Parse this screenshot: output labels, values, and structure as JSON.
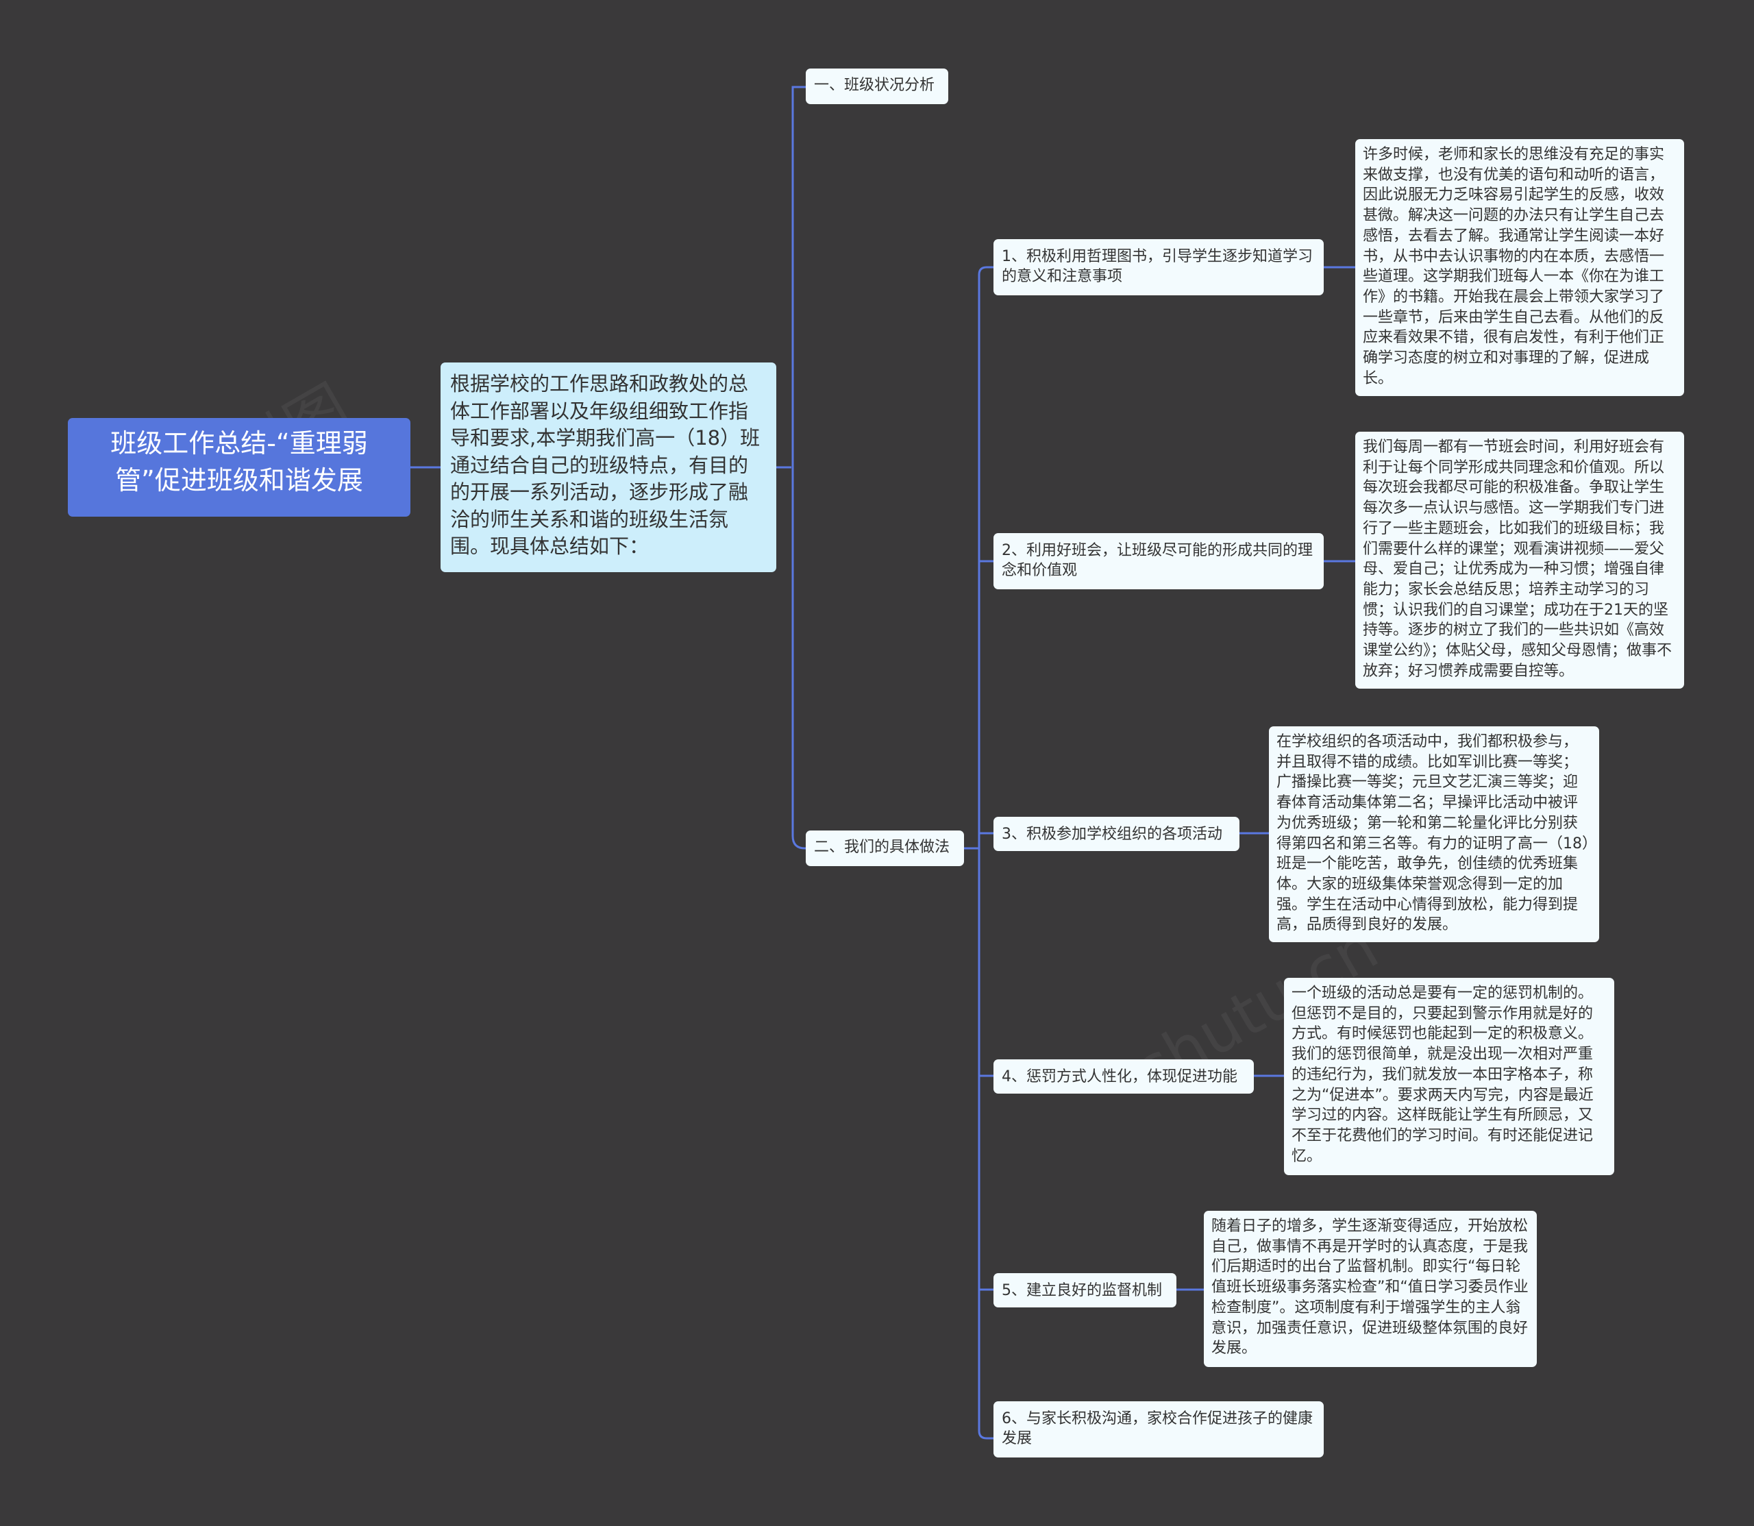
{
  "root": {
    "title": "班级工作总结-“重理弱管”促进班级和谐发展"
  },
  "intro": {
    "text": "根据学校的工作思路和政教处的总体工作部署以及年级组细致工作指导和要求,本学期我们高一（18）班通过结合自己的班级特点，有目的的开展一系列活动，逐步形成了融洽的师生关系和谐的班级生活氛围。现具体总结如下："
  },
  "sections": [
    {
      "label": "一、班级状况分析"
    },
    {
      "label": "二、我们的具体做法"
    }
  ],
  "items": [
    {
      "label": "1、积极利用哲理图书，引导学生逐步知道学习的意义和注意事项",
      "detail": "许多时候，老师和家长的思维没有充足的事实来做支撑，也没有优美的语句和动听的语言，因此说服无力乏味容易引起学生的反感，收效甚微。解决这一问题的办法只有让学生自己去感悟，去看去了解。我通常让学生阅读一本好书，从书中去认识事物的内在本质，去感悟一些道理。这学期我们班每人一本《你在为谁工作》的书籍。开始我在晨会上带领大家学习了一些章节，后来由学生自己去看。从他们的反应来看效果不错，很有启发性，有利于他们正确学习态度的树立和对事理的了解，促进成长。"
    },
    {
      "label": "2、利用好班会，让班级尽可能的形成共同的理念和价值观",
      "detail": "我们每周一都有一节班会时间，利用好班会有利于让每个同学形成共同理念和价值观。所以每次班会我都尽可能的积极准备。争取让学生每次多一点认识与感悟。这一学期我们专门进行了一些主题班会，比如我们的班级目标；我们需要什么样的课堂；观看演讲视频——爱父母、爱自己；让优秀成为一种习惯；增强自律能力；家长会总结反思；培养主动学习的习惯；认识我们的自习课堂；成功在于21天的坚持等。逐步的树立了我们的一些共识如《高效课堂公约》；体贴父母，感知父母恩情；做事不放弃；好习惯养成需要自控等。"
    },
    {
      "label": "3、积极参加学校组织的各项活动",
      "detail": "在学校组织的各项活动中，我们都积极参与，并且取得不错的成绩。比如军训比赛一等奖；广播操比赛一等奖；元旦文艺汇演三等奖；迎春体育活动集体第二名；早操评比活动中被评为优秀班级；第一轮和第二轮量化评比分别获得第四名和第三名等。有力的证明了高一（18）班是一个能吃苦，敢争先，创佳绩的优秀班集体。大家的班级集体荣誉观念得到一定的加强。学生在活动中心情得到放松，能力得到提高，品质得到良好的发展。"
    },
    {
      "label": "4、惩罚方式人性化，体现促进功能",
      "detail": "一个班级的活动总是要有一定的惩罚机制的。但惩罚不是目的，只要起到警示作用就是好的方式。有时候惩罚也能起到一定的积极意义。我们的惩罚很简单，就是没出现一次相对严重的违纪行为，我们就发放一本田字格本子，称之为“促进本”。要求两天内写完，内容是最近学习过的内容。这样既能让学生有所顾忌，又不至于花费他们的学习时间。有时还能促进记忆。"
    },
    {
      "label": "5、建立良好的监督机制",
      "detail": "随着日子的增多，学生逐渐变得适应，开始放松自己，做事情不再是开学时的认真态度，于是我们后期适时的出台了监督机制。即实行“每日轮值班长班级事务落实检查”和“值日学习委员作业检查制度”。这项制度有利于增强学生的主人翁意识，加强责任意识，促进班级整体氛围的良好发展。"
    },
    {
      "label": "6、与家长积极沟通，家校合作促进孩子的健康发展",
      "detail": ""
    }
  ],
  "colors": {
    "background": "#3a393a",
    "root": "#5676dc",
    "intro": "#cdeefb",
    "node": "#f3fbfe",
    "line": "#5a78e0"
  }
}
